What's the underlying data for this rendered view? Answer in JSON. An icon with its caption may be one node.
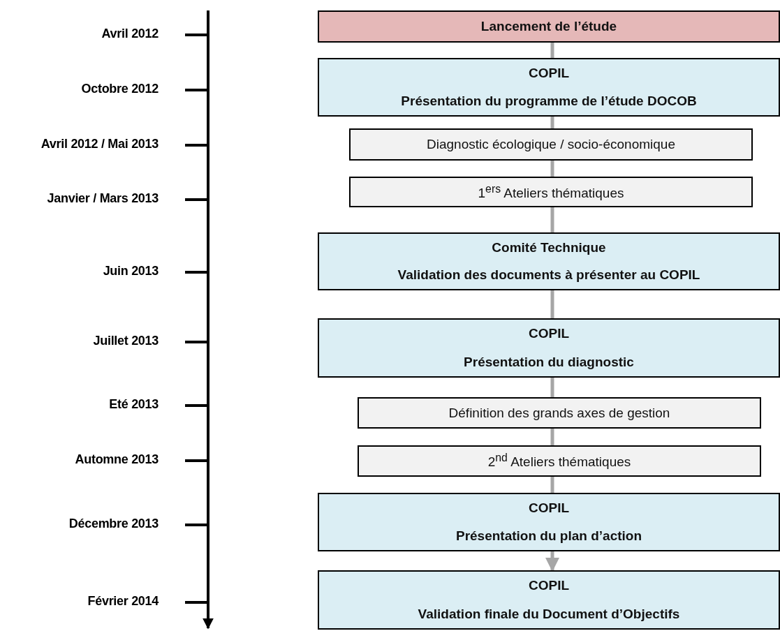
{
  "diagram": {
    "nodes": [
      {
        "text": [
          "Lancement de l’étude"
        ]
      },
      {
        "text": [
          "COPIL",
          "Présentation du programme de l’étude DOCOB"
        ]
      },
      {
        "text": [
          "Diagnostic écologique / socio-économique"
        ]
      },
      {
        "text": [
          "1$^{ers}$ Ateliers thématiques"
        ]
      },
      {
        "text": [
          "Comité Technique",
          "Validation des documents à présenter au COPIL"
        ]
      },
      {
        "text": [
          "COPIL",
          "Présentation du diagnostic"
        ]
      },
      {
        "text": [
          "Définition des grands axes de gestion"
        ]
      },
      {
        "text": [
          "2$^{nd}$ Ateliers thématiques"
        ]
      },
      {
        "text": [
          "COPIL",
          "Présentation du plan d’action"
        ]
      },
      {
        "text": [
          "COPIL",
          "Validation finale du Document d’Objectifs"
        ]
      }
    ],
    "labels": [
      "Avril 2012",
      "Octobre 2012",
      "Avril 2012 / Mai 2013",
      "Janvier / Mars 2013",
      "Juin 2013",
      "Juillet 2013",
      "Eté 2013",
      "Automne 2013",
      "Décembre 2013",
      "Février 2014"
    ],
    "edges": [
      {
        "from": 0,
        "to": 1,
        "arrow": "none"
      },
      {
        "from": 1,
        "to": 2,
        "arrow": "none"
      },
      {
        "from": 2,
        "to": 3,
        "arrow": "none"
      },
      {
        "from": 3,
        "to": 4,
        "arrow": "none"
      },
      {
        "from": 4,
        "to": 5,
        "arrow": "none"
      },
      {
        "from": 5,
        "to": 6,
        "arrow": "none"
      },
      {
        "from": 6,
        "to": 7,
        "arrow": "none"
      },
      {
        "from": 7,
        "to": 8,
        "arrow": "none"
      },
      {
        "from": 8,
        "to": 9,
        "arrow": "to"
      }
    ]
  }
}
